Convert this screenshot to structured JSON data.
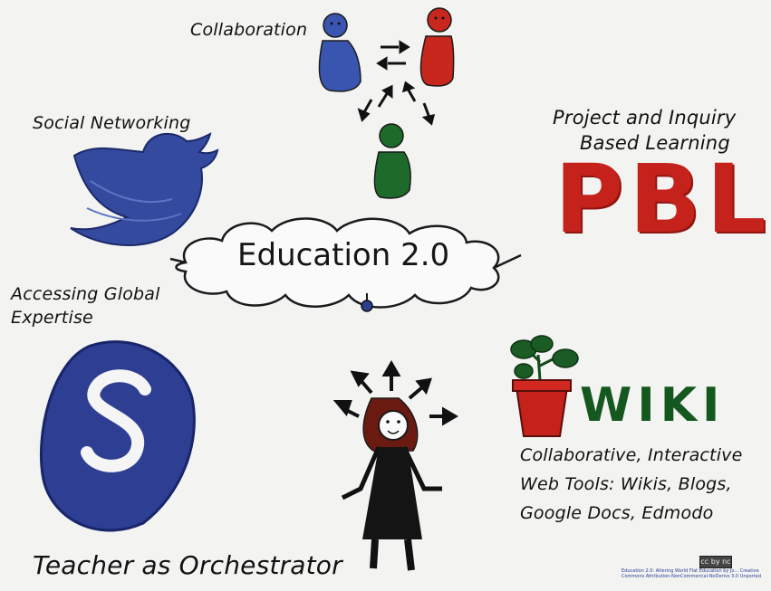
{
  "title": "Education 2.0",
  "labels": {
    "collaboration": "Collaboration",
    "social": "Social Networking",
    "pbl_line1": "Project and Inquiry",
    "pbl_line2": "Based Learning",
    "pbl_logo": "PBL",
    "global_line1": "Accessing Global",
    "global_line2": "Expertise",
    "wiki_logo": "WIKI",
    "web_line1": "Collaborative, Interactive",
    "web_line2": "Web Tools: Wikis, Blogs,",
    "web_line3": "Google Docs, Edmodo",
    "teacher": "Teacher as Orchestrator"
  },
  "license": {
    "badge": "cc by nc sa",
    "credit": "Education 2.0: Altering World Flat Education by Jo... Creative Commons Attribution-NonCommercial-NoDerivs 3.0 Unported"
  },
  "colors": {
    "pbl_red": "#c4221b",
    "wiki_green": "#15581f",
    "skype_blue": "#2e3f93",
    "twitter_blue": "#344a9e",
    "person_blue": "#3a55b0",
    "person_red": "#c7271d",
    "person_green": "#1e6a2a"
  },
  "icons": [
    "twitter-bird-icon",
    "skype-icon",
    "wiki-plant-icon",
    "people-collaboration-icon",
    "teacher-figure-icon"
  ]
}
